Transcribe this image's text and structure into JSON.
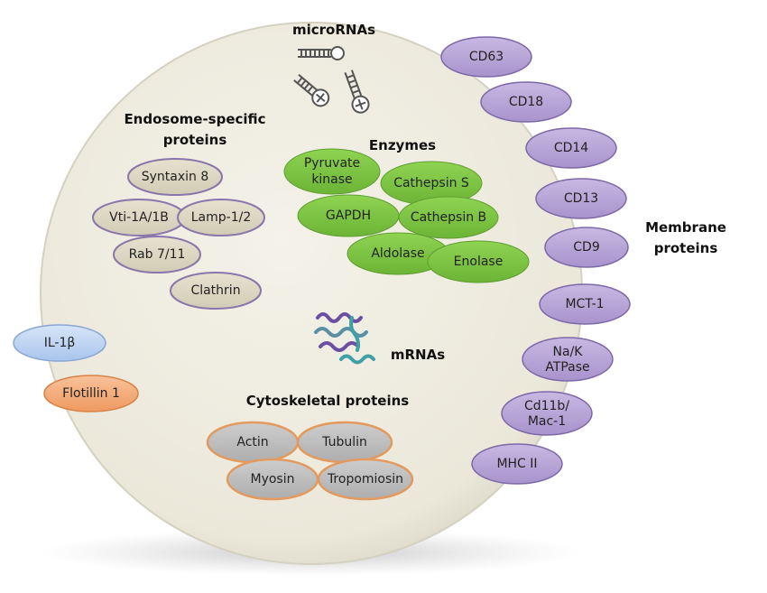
{
  "title_microrna": "microRNAs",
  "endosome": {
    "heading_line1": "Endosome-specific",
    "heading_line2": "proteins",
    "items": [
      "Syntaxin 8",
      "Vti-1A/1B",
      "Lamp-1/2",
      "Rab 7/11",
      "Clathrin"
    ]
  },
  "enzymes": {
    "heading": "Enzymes",
    "pyruvate_line1": "Pyruvate",
    "pyruvate_line2": "kinase",
    "items": [
      "Cathepsin S",
      "GAPDH",
      "Cathepsin B",
      "Aldolase",
      "Enolase"
    ]
  },
  "mrna_label": "mRNAs",
  "cytoskeletal": {
    "heading": "Cytoskeletal proteins",
    "items": [
      "Actin",
      "Tubulin",
      "Myosin",
      "Tropomiosin"
    ]
  },
  "membrane": {
    "heading_line1": "Membrane",
    "heading_line2": "proteins",
    "cd63": "CD63",
    "cd18": "CD18",
    "cd14": "CD14",
    "cd13": "CD13",
    "cd9": "CD9",
    "mct1": "MCT-1",
    "nak_line1": "Na/K",
    "nak_line2": "ATPase",
    "cd11b_line1": "Cd11b/",
    "cd11b_line2": "Mac-1",
    "mhc2": "MHC II"
  },
  "external": {
    "il1b": "IL-1β",
    "flotillin": "Flotillin 1"
  },
  "colors": {
    "vesicle_fill": "#efecdf",
    "endosome_fill": "#ddd8c4",
    "endosome_stroke": "#8a76ab",
    "enzyme_fill": "#7cc142",
    "membrane_fill": "#b7a4d6",
    "membrane_stroke": "#7d68a8",
    "cyto_fill": "#bcbcbc",
    "cyto_stroke": "#e39a5e",
    "il1b_fill": "#bcd3f1",
    "flotillin_fill": "#f5ab78"
  }
}
